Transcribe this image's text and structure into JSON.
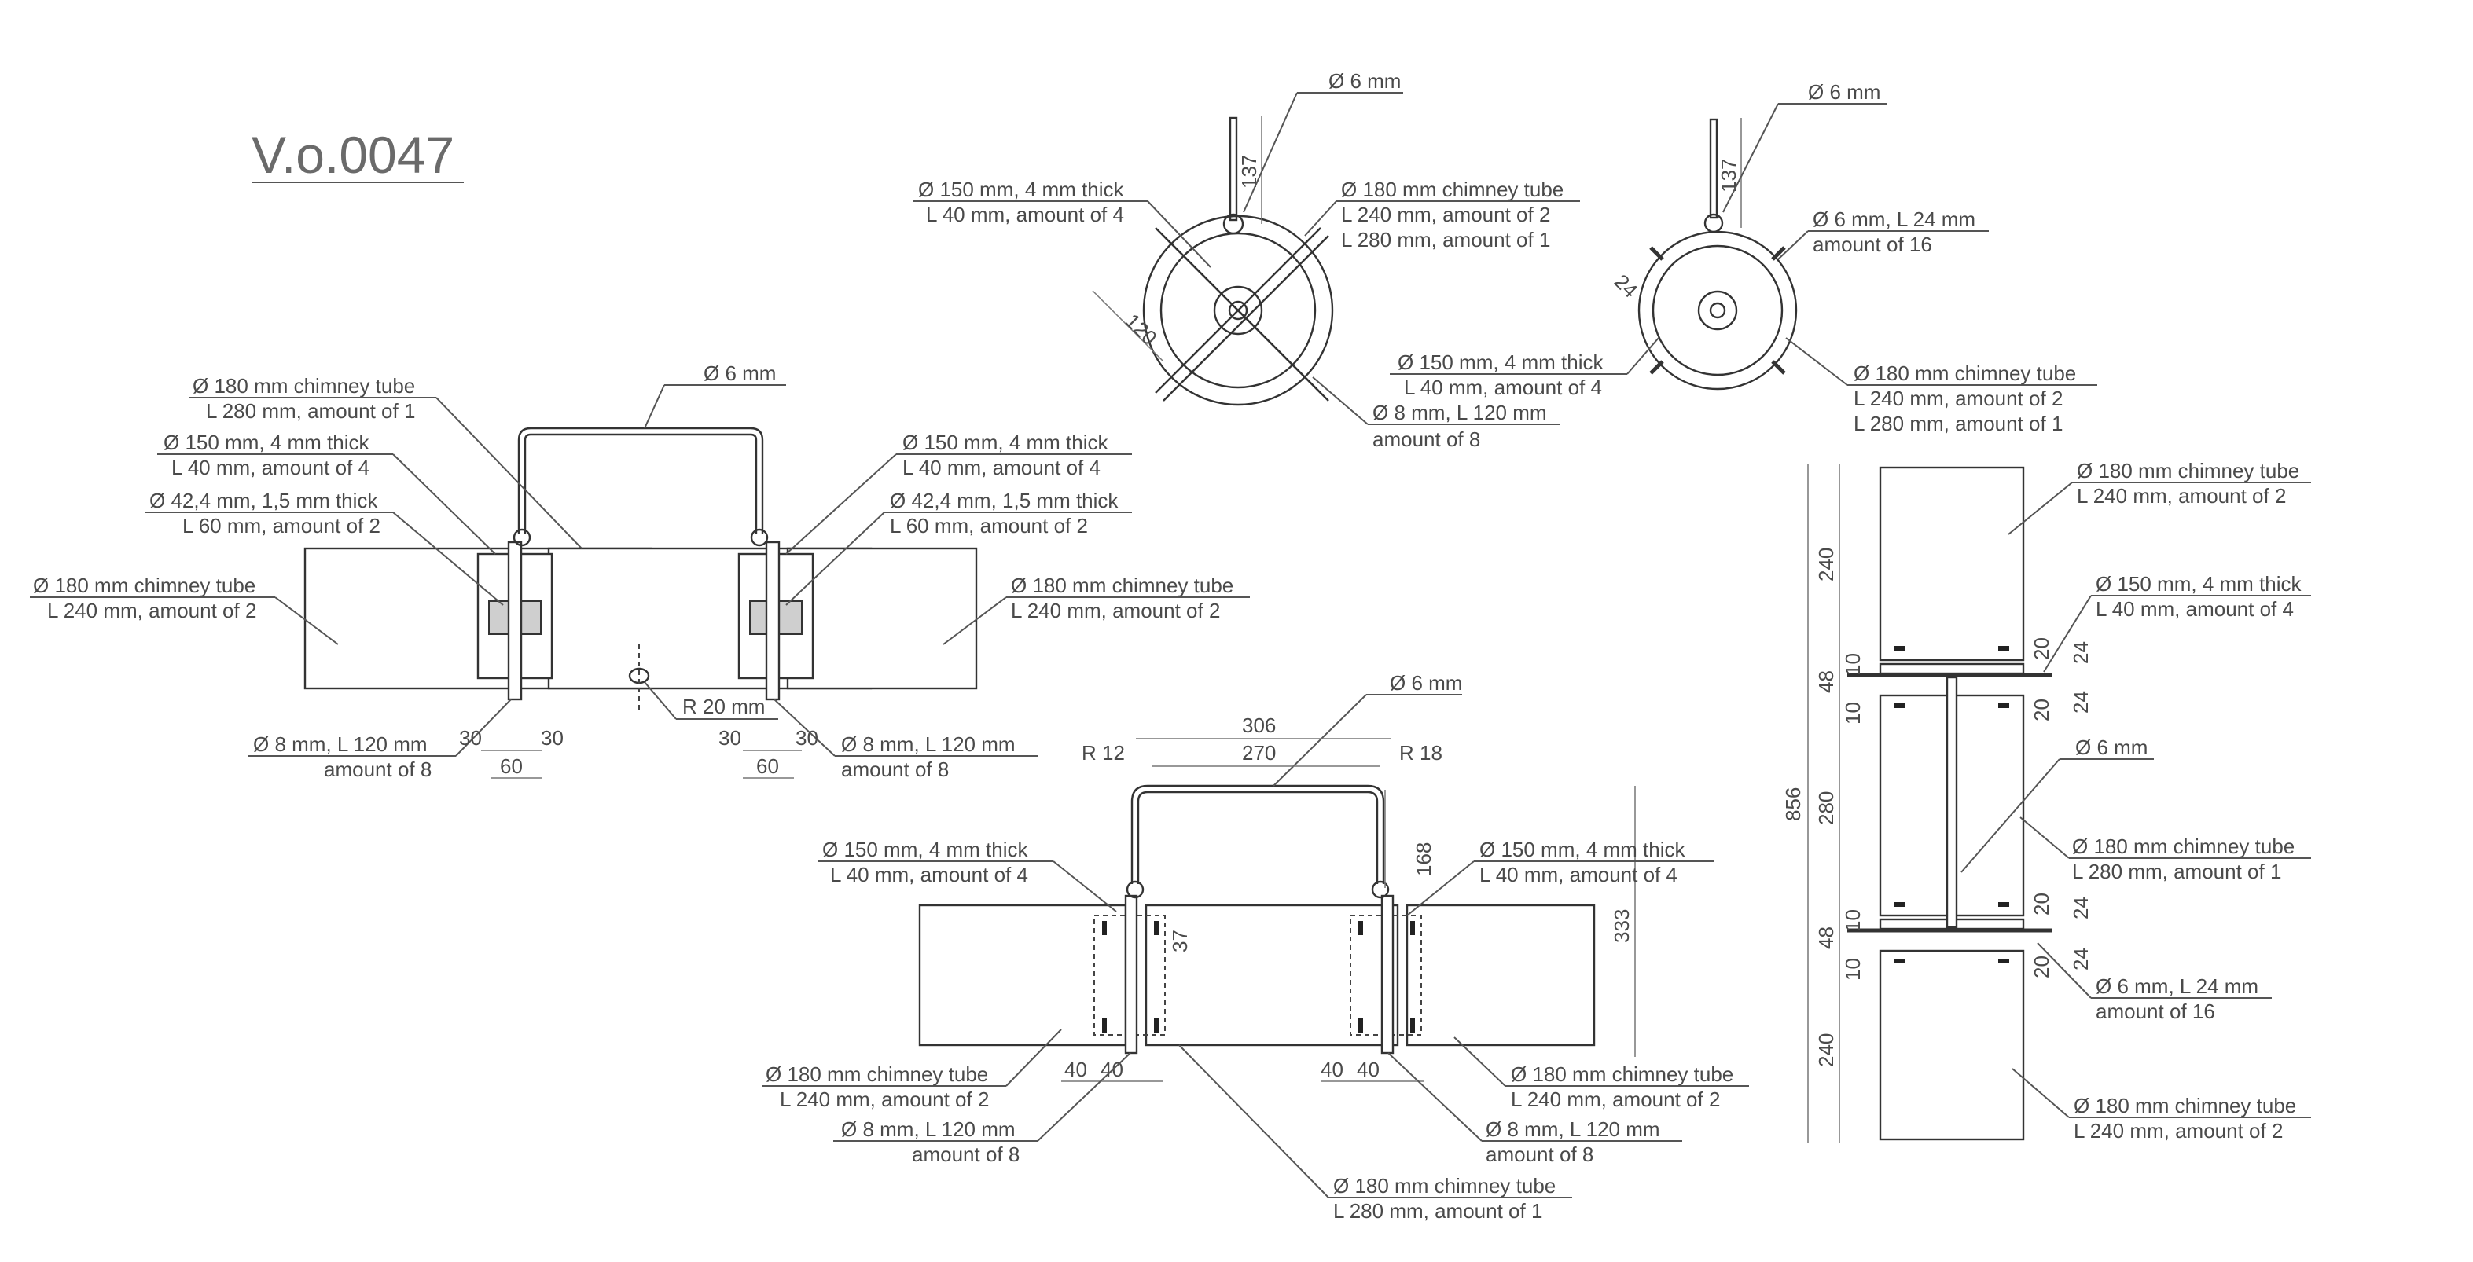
{
  "title": "V.o.0047",
  "labels": {
    "t1": "Ø 6 mm",
    "t2": "Ø 150 mm, 4 mm thick",
    "t3": "L 40 mm, amount of 4",
    "t4": "Ø 180 mm chimney tube",
    "t5": "L 240 mm, amount of 2",
    "t6": "L 280 mm, amount of 1",
    "t7": "Ø 8 mm, L 120 mm",
    "t8": "amount of 8",
    "t9": "Ø 6 mm",
    "t10": "Ø 6 mm, L 24 mm",
    "t11": "amount of 16",
    "t12": "Ø 150 mm, 4 mm thick",
    "t13": "L 40 mm, amount of 4",
    "t14": "Ø 180 mm chimney tube",
    "t15": "L 240 mm, amount of 2",
    "t16": "L 280 mm, amount of 1",
    "t17": "Ø 180 mm chimney tube",
    "t18": "L 280 mm, amount of 1",
    "t19": "Ø 6 mm",
    "t20": "Ø 150 mm, 4 mm thick",
    "t21": "L 40 mm, amount of 4",
    "t22": "Ø 42,4 mm, 1,5 mm thick",
    "t23": "L 60 mm, amount of 2",
    "t24": "Ø 150 mm, 4 mm thick",
    "t25": "L 40 mm, amount of 4",
    "t26": "Ø 42,4 mm, 1,5 mm thick",
    "t27": "L 60 mm, amount of 2",
    "t28": "Ø 180 mm chimney tube",
    "t29": "L 240 mm, amount of 2",
    "t30": "Ø 180 mm chimney tube",
    "t31": "L 240 mm, amount of 2",
    "t32": "R 20 mm",
    "t33": "Ø 8 mm, L 120 mm",
    "t34": "amount of 8",
    "t35": "Ø 8 mm, L 120 mm",
    "t36": "amount of 8",
    "t37": "Ø 6 mm",
    "t38": "R 12",
    "t39": "R 18",
    "t40": "Ø 150 mm, 4 mm thick",
    "t41": "L 40 mm, amount of 4",
    "t42": "Ø 150 mm, 4 mm thick",
    "t43": "L 40 mm, amount of 4",
    "t44": "Ø 180 mm chimney tube",
    "t45": "L 240 mm, amount of 2",
    "t46": "Ø 180 mm chimney tube",
    "t47": "L 240 mm, amount of 2",
    "t48": "Ø 8 mm, L 120 mm",
    "t49": "amount of 8",
    "t50": "Ø 8 mm, L 120 mm",
    "t51": "amount of 8",
    "t52": "Ø 180 mm chimney tube",
    "t53": "L 280 mm, amount of 1",
    "t54": "Ø 180 mm chimney tube",
    "t55": "L 240 mm, amount of 2",
    "t56": "Ø 150 mm, 4 mm thick",
    "t57": "L 40 mm, amount of 4",
    "t58": "Ø 6 mm",
    "t59": "Ø 180 mm chimney tube",
    "t60": "L 280 mm, amount of 1",
    "t61": "Ø 6 mm, L 24 mm",
    "t62": "amount of 16",
    "t63": "Ø 180 mm chimney tube",
    "t64": "L 240 mm, amount of 2"
  },
  "dims": {
    "d1": "137",
    "d2": "120",
    "d3": "137",
    "d4": "24",
    "d5": "30",
    "d6": "30",
    "d7": "60",
    "d8": "30",
    "d9": "30",
    "d10": "60",
    "d11": "306",
    "d12": "270",
    "d13": "168",
    "d14": "333",
    "d15": "37",
    "d16": "40",
    "d17": "40",
    "d18": "40",
    "d19": "40",
    "d20": "856",
    "d21": "240",
    "d22": "48",
    "d23": "10",
    "d24": "10",
    "d25": "280",
    "d26": "48",
    "d27": "10",
    "d28": "10",
    "d29": "240",
    "d30": "20",
    "d31": "24",
    "d32": "20",
    "d33": "24",
    "d34": "20",
    "d35": "24",
    "d36": "20",
    "d37": "24"
  }
}
